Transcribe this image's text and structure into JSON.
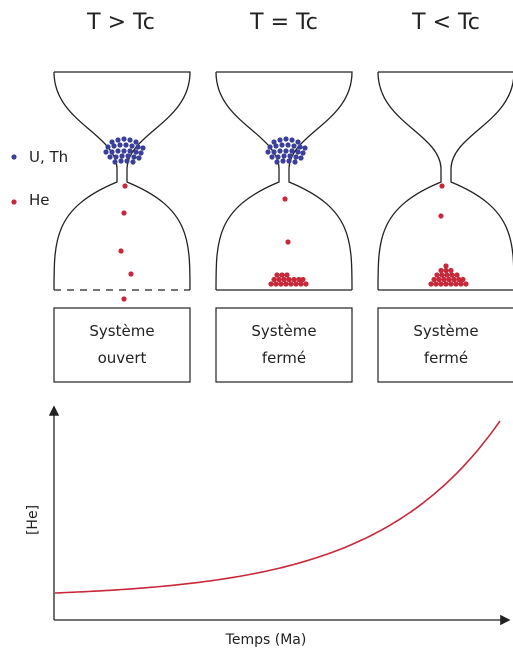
{
  "panels": [
    {
      "title": "T > Tc",
      "label_line1": "Système",
      "label_line2": "ouvert"
    },
    {
      "title": "T = Tc",
      "label_line1": "Système",
      "label_line2": "fermé"
    },
    {
      "title": "T < Tc",
      "label_line1": "Système",
      "label_line2": "fermé"
    }
  ],
  "legend": {
    "parent_label": "U, Th",
    "daughter_label": "He"
  },
  "chart_data": {
    "type": "line",
    "xlabel": "Temps (Ma)",
    "ylabel": "[He]",
    "curve": "exponential-growth"
  },
  "colors": {
    "parent": "#3a3f9a",
    "daughter": "#c8283a",
    "curve": "#c8283a",
    "stroke": "#222222"
  }
}
